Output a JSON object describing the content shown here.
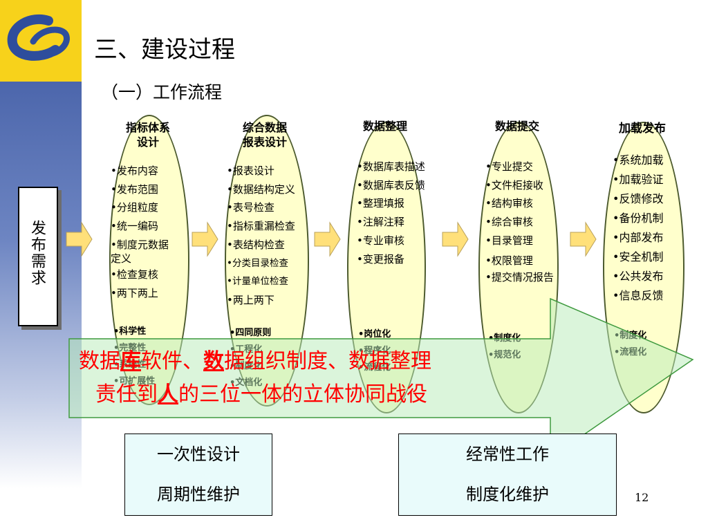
{
  "title": "三、建设过程",
  "subtitle": "（一）工作流程",
  "left_box": "发布需求",
  "stages": [
    {
      "name_line1": "指标体系",
      "name_line2": "设计",
      "items": [
        "•发布内容",
        "•发布范围",
        "•分组粒度",
        "•统一编码",
        "•制度元数据",
        "定义",
        "•检查复核",
        "•两下两上"
      ],
      "features": [
        "•科学性",
        "•完整性",
        "•系统性",
        "•可扩展性"
      ]
    },
    {
      "name_line1": "综合数据",
      "name_line2": "报表设计",
      "items": [
        "•报表设计",
        "•数据结构定义",
        "•表号检查",
        "•指标重漏检查",
        "•表结构检查",
        "•分类目录检查",
        "•计量单位检查",
        "•两上两下"
      ],
      "features": [
        "•四同原则",
        "•工程化",
        "•制度化",
        "•文档化"
      ]
    },
    {
      "name_line1": "数据整理",
      "name_line2": "",
      "items": [
        "•数据库表描述",
        "•数据库表反馈",
        "•整理填报",
        "•注解注释",
        "•专业审核",
        "•变更报备"
      ],
      "features": [
        "•岗位化",
        "•程序化",
        "•流程化"
      ]
    },
    {
      "name_line1": "数据提交",
      "name_line2": "",
      "items": [
        "•专业提交",
        "•文件柜接收",
        "•结构审核",
        "•综合审核",
        "•目录管理",
        "•权限管理",
        "•提交情况报告"
      ],
      "features": [
        "•制度化",
        "•规范化"
      ]
    },
    {
      "name_line1": "加载发布",
      "name_line2": "",
      "items": [
        "•系统加载",
        "•加载验证",
        "•反馈修改",
        "•备份机制",
        "•内部发布",
        "•安全机制",
        "•公共发布",
        "•信息反馈"
      ],
      "features": [
        "•制度化",
        "•流程化"
      ]
    }
  ],
  "banner": {
    "l1_a": "数据",
    "l1_b": "库",
    "l1_c": "软件、",
    "l1_d": "数",
    "l1_e": "据组织制度、数据整理",
    "l2_a": "责任到",
    "l2_b": "人",
    "l2_c": "的三位一体的立体协同战役"
  },
  "bottom_left": {
    "line1": "一次性设计",
    "line2": "周期性维护"
  },
  "bottom_right": {
    "line1": "经常性工作",
    "line2": "制度化维护"
  },
  "page_number": "12",
  "colors": {
    "oval_fill": "#ffffcc",
    "arrow_fill": "#ffe07a",
    "banner_fill": "#c6f0c6",
    "banner_text": "#ff0000",
    "logo_yellow": "#f7d21b",
    "sidebar_blue": "#3b56a0"
  }
}
